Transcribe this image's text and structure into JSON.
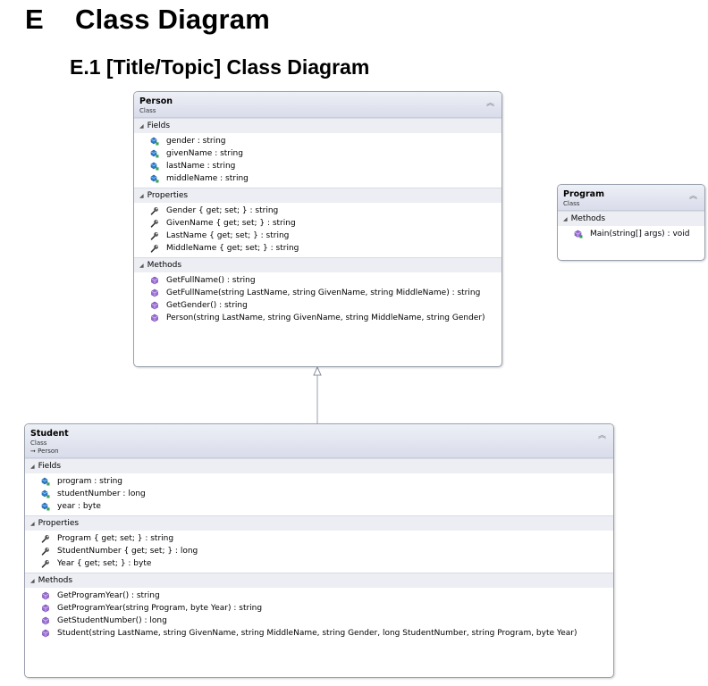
{
  "heading": {
    "number": "E",
    "title": "Class Diagram"
  },
  "subheading": {
    "text": "E.1  [Title/Topic] Class Diagram"
  },
  "icons": {
    "field": "field-icon",
    "property": "property-icon",
    "method": "method-icon",
    "collapse": "collapse-chevron-icon",
    "inherit": "inherit-arrow-icon"
  },
  "classes": {
    "person": {
      "name": "Person",
      "kind": "Class",
      "fields_label": "Fields",
      "fields": [
        "gender : string",
        "givenName : string",
        "lastName : string",
        "middleName : string"
      ],
      "properties_label": "Properties",
      "properties": [
        "Gender { get; set; } : string",
        "GivenName { get; set; } : string",
        "LastName { get; set; } : string",
        "MiddleName { get; set; } : string"
      ],
      "methods_label": "Methods",
      "methods": [
        "GetFullName() : string",
        "GetFullName(string LastName, string GivenName, string MiddleName) : string",
        "GetGender() : string",
        "Person(string LastName, string GivenName, string MiddleName, string Gender)"
      ]
    },
    "program": {
      "name": "Program",
      "kind": "Class",
      "methods_label": "Methods",
      "methods": [
        "Main(string[] args) : void"
      ]
    },
    "student": {
      "name": "Student",
      "kind": "Class",
      "inherits": "Person",
      "fields_label": "Fields",
      "fields": [
        "program : string",
        "studentNumber : long",
        "year : byte"
      ],
      "properties_label": "Properties",
      "properties": [
        "Program { get; set; } : string",
        "StudentNumber { get; set; } : long",
        "Year { get; set; } : byte"
      ],
      "methods_label": "Methods",
      "methods": [
        "GetProgramYear() : string",
        "GetProgramYear(string Program, byte Year) : string",
        "GetStudentNumber() : long",
        "Student(string LastName, string GivenName, string MiddleName, string Gender, long StudentNumber, string Program, byte Year)"
      ]
    }
  }
}
